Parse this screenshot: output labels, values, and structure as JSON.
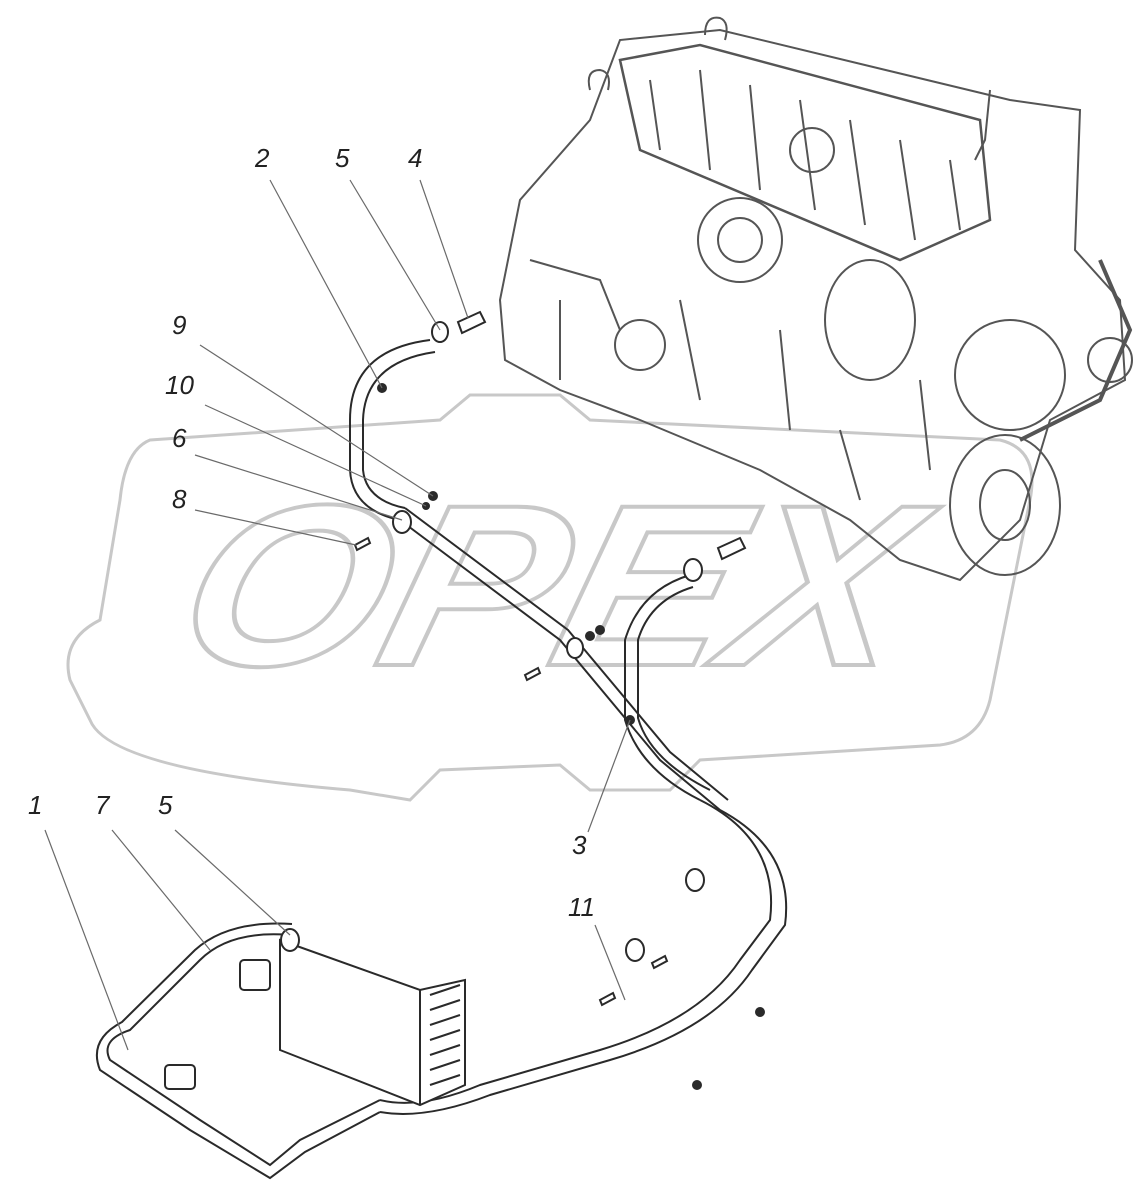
{
  "watermark": {
    "text": "OPEX",
    "color": "#c8c8c8"
  },
  "colors": {
    "line": "#2a2a2a",
    "engine": "#555555",
    "leader": "#6a6a6a"
  },
  "callouts": [
    {
      "id": "c2",
      "label": "2"
    },
    {
      "id": "c5a",
      "label": "5"
    },
    {
      "id": "c4",
      "label": "4"
    },
    {
      "id": "c9",
      "label": "9"
    },
    {
      "id": "c10",
      "label": "10"
    },
    {
      "id": "c6",
      "label": "6"
    },
    {
      "id": "c8",
      "label": "8"
    },
    {
      "id": "c1",
      "label": "1"
    },
    {
      "id": "c7",
      "label": "7"
    },
    {
      "id": "c5b",
      "label": "5"
    },
    {
      "id": "c3",
      "label": "3"
    },
    {
      "id": "c11",
      "label": "11"
    }
  ]
}
